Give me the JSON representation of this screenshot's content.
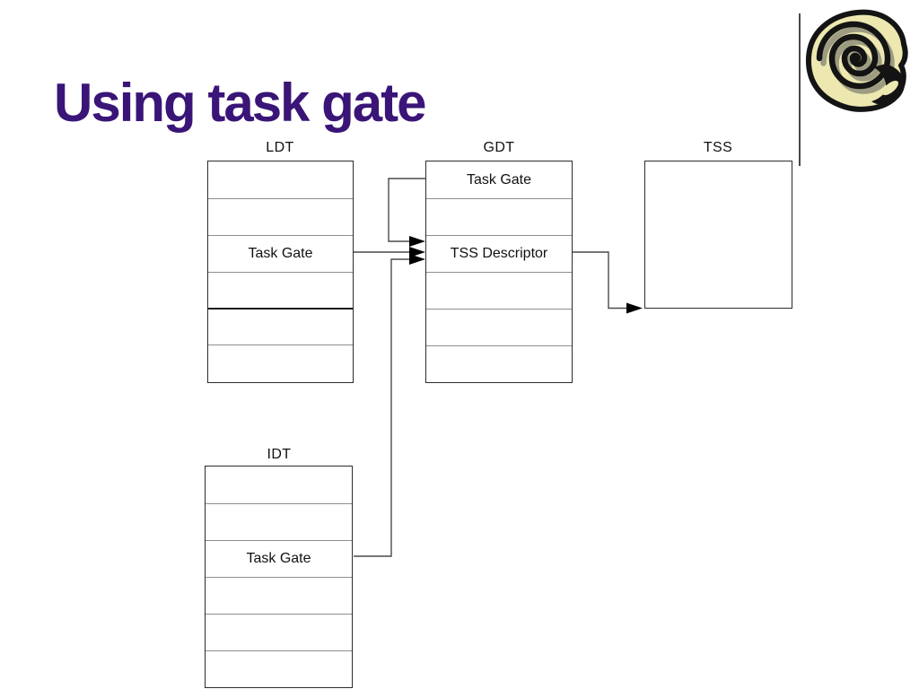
{
  "slide": {
    "title": "Using task gate",
    "title_color": "#3a1577",
    "background": "#ffffff"
  },
  "diagram": {
    "tables": {
      "ldt": {
        "label": "LDT",
        "rows": [
          "",
          "",
          "Task Gate",
          "",
          "",
          ""
        ]
      },
      "gdt": {
        "label": "GDT",
        "rows": [
          "Task Gate",
          "",
          "TSS Descriptor",
          "",
          "",
          ""
        ]
      },
      "idt": {
        "label": "IDT",
        "rows": [
          "",
          "",
          "Task Gate",
          "",
          "",
          ""
        ]
      },
      "tss": {
        "label": "TSS"
      }
    },
    "arrows": [
      {
        "from": "GDT Task Gate",
        "to": "GDT TSS Descriptor"
      },
      {
        "from": "LDT Task Gate",
        "to": "GDT TSS Descriptor"
      },
      {
        "from": "IDT Task Gate",
        "to": "GDT TSS Descriptor"
      },
      {
        "from": "GDT TSS Descriptor",
        "to": "TSS"
      }
    ]
  },
  "logo": {
    "name": "snail-shell-logo",
    "shell_color": "#ece8b0",
    "outline_color": "#141414",
    "shadow_color": "#95927c"
  }
}
